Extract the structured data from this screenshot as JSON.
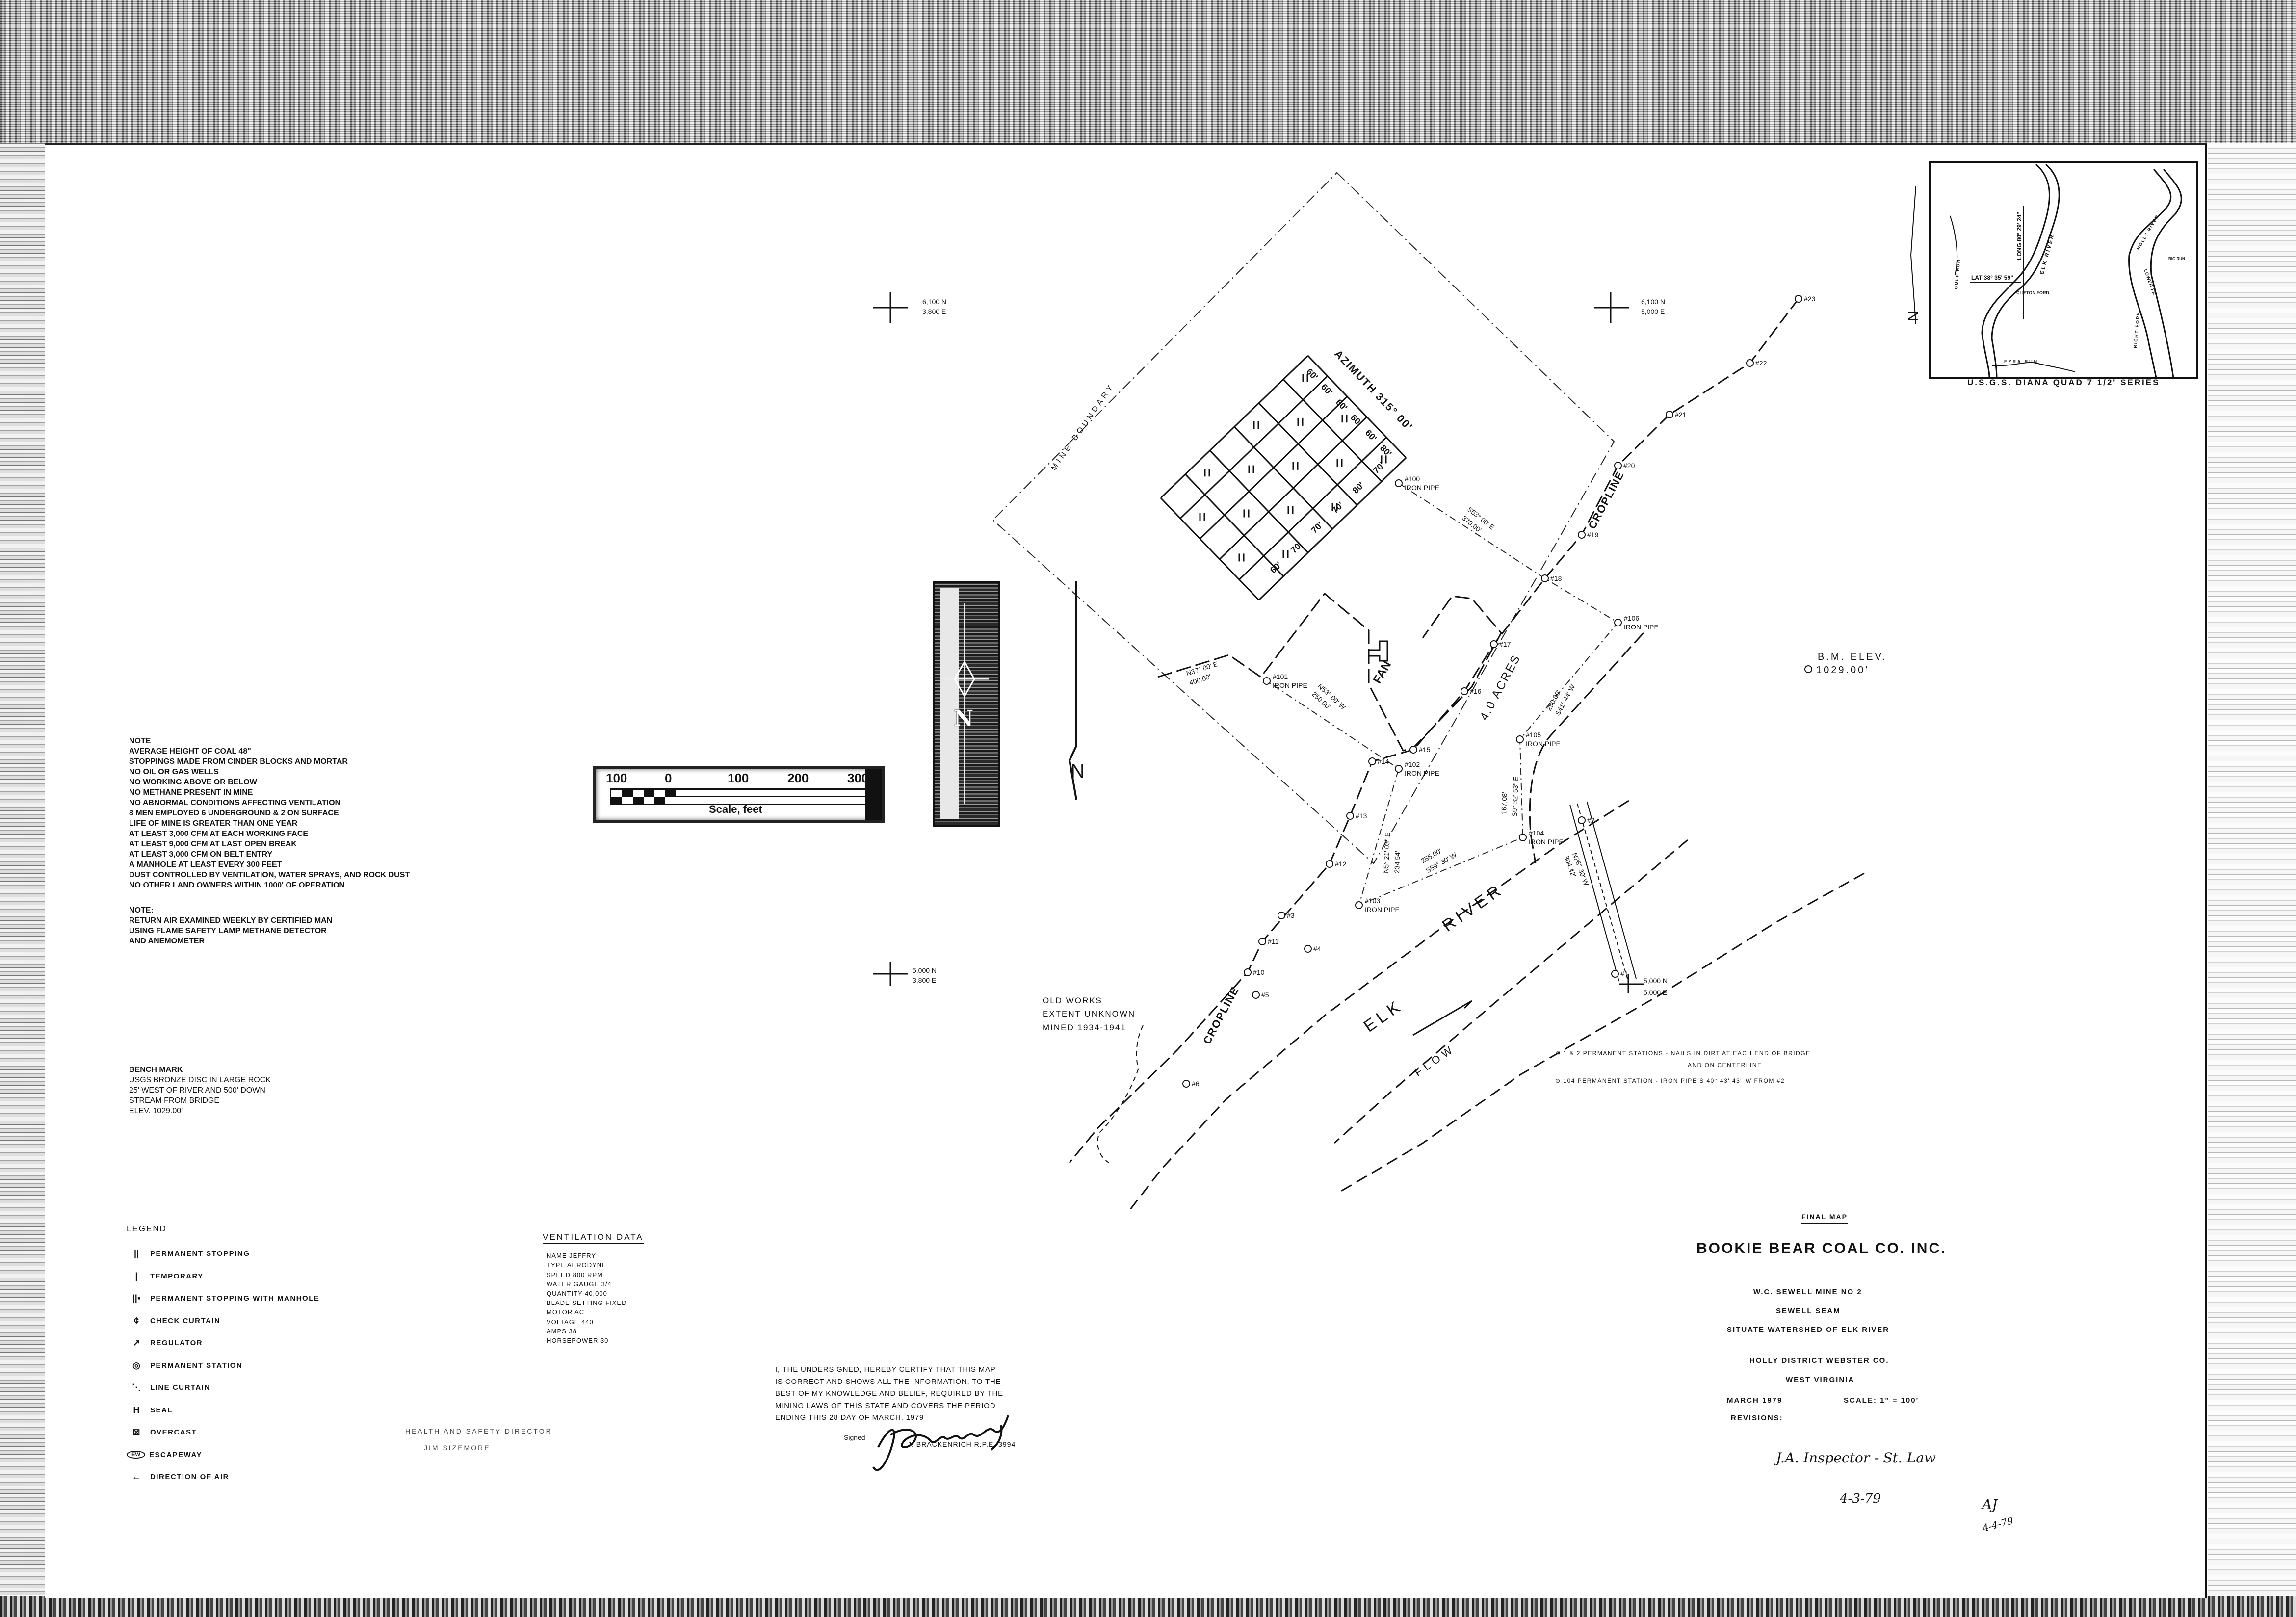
{
  "notes": {
    "title": "NOTE",
    "lines": [
      "AVERAGE HEIGHT OF COAL 48\"",
      "STOPPINGS MADE FROM CINDER BLOCKS AND MORTAR",
      "NO OIL OR GAS WELLS",
      "NO WORKING ABOVE OR BELOW",
      "NO METHANE PRESENT IN MINE",
      "NO ABNORMAL CONDITIONS AFFECTING VENTILATION",
      "8 MEN EMPLOYED 6 UNDERGROUND & 2 ON SURFACE",
      "LIFE OF MINE IS GREATER THAN ONE YEAR",
      "AT LEAST 3,000 CFM AT EACH WORKING FACE",
      "AT LEAST 9,000 CFM AT LAST OPEN BREAK",
      "AT LEAST 3,000 CFM ON BELT ENTRY",
      "A MANHOLE AT LEAST EVERY 300 FEET",
      "DUST CONTROLLED BY VENTILATION, WATER SPRAYS, AND ROCK DUST",
      "NO OTHER LAND OWNERS WITHIN 1000' OF OPERATION"
    ]
  },
  "note2": {
    "title": "NOTE:",
    "lines": [
      "RETURN AIR EXAMINED WEEKLY BY CERTIFIED MAN",
      "USING FLAME SAFETY LAMP METHANE DETECTOR",
      "AND ANEMOMETER"
    ]
  },
  "bench_mark": {
    "title": "BENCH MARK",
    "lines": [
      "USGS BRONZE DISC IN LARGE ROCK",
      "25' WEST OF RIVER AND 500' DOWN",
      "STREAM FROM BRIDGE",
      "ELEV. 1029.00'"
    ]
  },
  "legend": {
    "title": "LEGEND",
    "items": [
      {
        "symbol": "||",
        "label": "PERMANENT STOPPING"
      },
      {
        "symbol": "|",
        "label": "TEMPORARY"
      },
      {
        "symbol": "||▪",
        "label": "PERMANENT STOPPING WITH MANHOLE"
      },
      {
        "symbol": "¢",
        "label": "CHECK CURTAIN"
      },
      {
        "symbol": "↗",
        "label": "REGULATOR"
      },
      {
        "symbol": "◎",
        "label": "PERMANENT STATION"
      },
      {
        "symbol": "⋱",
        "label": "LINE CURTAIN"
      },
      {
        "symbol": "H",
        "label": "SEAL"
      },
      {
        "symbol": "⊠",
        "label": "OVERCAST"
      },
      {
        "symbol": "EW",
        "label": "ESCAPEWAY"
      },
      {
        "symbol": "←",
        "label": "DIRECTION OF AIR"
      }
    ]
  },
  "ventilation": {
    "title": "VENTILATION DATA",
    "rows": [
      "NAME  JEFFRY",
      "TYPE  AERODYNE",
      "SPEED  800 RPM",
      "WATER GAUGE 3/4",
      "QUANTITY 40,000",
      "BLADE SETTING FIXED",
      "MOTOR AC",
      "VOLTAGE 440",
      "AMPS 38",
      "HORSEPOWER 30"
    ]
  },
  "certification": {
    "lines": [
      "I, THE UNDERSIGNED, HEREBY CERTIFY THAT THIS MAP",
      "IS CORRECT AND SHOWS ALL THE INFORMATION, TO THE",
      "BEST OF MY KNOWLEDGE AND BELIEF, REQUIRED BY THE",
      "MINING LAWS OF THIS STATE AND COVERS THE PERIOD",
      "ENDING THIS 28 DAY OF March, 1979"
    ],
    "signed_label": "Signed",
    "signer": "J. BRACKENRICH R.P.E. 3994"
  },
  "health_safety": {
    "title": "HEALTH AND SAFETY DIRECTOR",
    "name": "JIM SIZEMORE"
  },
  "title_block": {
    "status": "FINAL MAP",
    "company": "BOOKIE BEAR COAL CO. INC.",
    "mine": "W.C. SEWELL MINE NO 2",
    "seam": "SEWELL SEAM",
    "situate": "SITUATE WATERSHED OF ELK RIVER",
    "district": "HOLLY DISTRICT WEBSTER CO.",
    "state": "WEST VIRGINIA",
    "date": "MARCH 1979",
    "scale": "SCALE: 1\" = 100'",
    "revisions": "REVISIONS:",
    "inspector_signature": "J.A. Inspector - St. Law",
    "inspector_date": "4-3-79",
    "initials": "AJ",
    "initials_date": "4-4-79"
  },
  "station_notes": {
    "line1": "1 & 2 PERMANENT STATIONS - NAILS IN DIRT AT EACH END OF BRIDGE",
    "line1b": "AND ON CENTERLINE",
    "line2": "104 PERMANENT STATION - IRON PIPE S 40° 43' 43\" W FROM #2"
  },
  "inset_map": {
    "caption": "U.S.G.S.   DIANA   QUAD  7 1/2' SERIES",
    "lat": "LAT 38° 35' 59\"",
    "long": "LONG 80° 29' 24\"",
    "elk_river": "ELK RIVER",
    "clifton_ford": "CLIFTON FORD",
    "gulf_run": "GULF RUN",
    "ezra_run": "EZRA RUN",
    "holly_river": "HOLLY RIVER",
    "right_fork": "RIGHT FORK",
    "lower_fk": "LOWER FK",
    "big_run": "BIG RUN",
    "north": "N"
  },
  "scale_bar": {
    "ticks": [
      "100",
      "0",
      "100",
      "200",
      "300"
    ],
    "label": "Scale, feet"
  },
  "north_arrow": {
    "label": "N"
  },
  "map": {
    "coords": {
      "c1": [
        "6,100 N",
        "3,800 E"
      ],
      "c2": [
        "6,100 N",
        "5,000 E"
      ],
      "c3": [
        "5,000 N",
        "3,800 E"
      ],
      "c4": [
        "5,000 N",
        "5,000 E"
      ]
    },
    "mine_boundary": "MINE BOUNDARY",
    "azimuth": "AZIMUTH 315° 00'",
    "fan": "FAN",
    "acres": "4.0 ACRES",
    "cropline": "CROPLINE",
    "elk": "ELK",
    "river": "RIVER",
    "flow": "FLOW",
    "north": "N",
    "old_works": [
      "OLD WORKS",
      "EXTENT UNKNOWN",
      "MINED 1934-1941"
    ],
    "bm_elev": [
      "B.M. ELEV.",
      "1029.00'"
    ],
    "iron_pipe": "IRON PIPE",
    "bearings": [
      "S53° 00' E",
      "370.00'",
      "N37° 00' E",
      "400.00'",
      "N53° 00' W",
      "250.00'",
      "250.00'",
      "S41° 44' W",
      "167.08'",
      "S9° 32' 53\" E",
      "N5° 21' 03\" E",
      "234.54'",
      "255.00'",
      "S59° 30' W",
      "N26° 30' W",
      "304.42'"
    ],
    "grid_dims": [
      "60'",
      "60'",
      "60'",
      "60'",
      "60'",
      "80'",
      "70'",
      "80'",
      "70'",
      "70'",
      "70'",
      "60'"
    ],
    "stations": [
      "#23",
      "#22",
      "#21",
      "#20",
      "#19",
      "#18",
      "#17",
      "#16",
      "#15",
      "#14",
      "#13",
      "#12",
      "#11",
      "#10",
      "#5",
      "#6",
      "#4",
      "#3",
      "#2",
      "#1"
    ],
    "pipes": [
      "#100",
      "#101",
      "#102",
      "#103",
      "#104",
      "#105",
      "#106"
    ]
  }
}
